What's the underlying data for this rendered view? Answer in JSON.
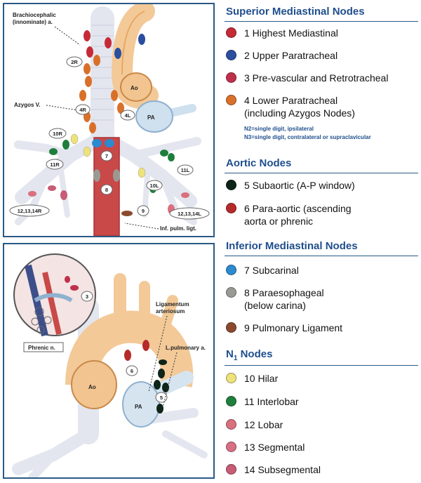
{
  "top_figure": {
    "labels": {
      "brachiocephalic_1": "Brachiocephalic",
      "brachiocephalic_2": "(innominate) a.",
      "azygos": "Azygos V.",
      "inf_pulm_ligt": "Inf. pulm. ligt.",
      "ao": "Ao",
      "pa": "PA"
    },
    "station_tags": {
      "r2": "2R",
      "r4": "4R",
      "l4": "4L",
      "r10": "10R",
      "r11": "11R",
      "l10": "10L",
      "l11": "11L",
      "s7": "7",
      "s8": "8",
      "s9": "9",
      "r12": "12,13,14R",
      "l12": "12,13,14L"
    }
  },
  "bottom_figure": {
    "labels": {
      "ligamentum_1": "Ligamentum",
      "ligamentum_2": "arteriosum",
      "lpulm": "L.pulmonary a.",
      "phrenic": "Phrenic n.",
      "ao": "Ao",
      "pa": "PA"
    },
    "station_tags": {
      "s3": "3",
      "s6": "6",
      "s5": "5"
    }
  },
  "colors": {
    "red": "#c62a36",
    "blue": "#2b4f9e",
    "crimson": "#c0304a",
    "orange": "#d9702a",
    "black_green": "#0d2418",
    "dark_red": "#b62a2a",
    "sky_blue": "#2b8ad0",
    "gray": "#9a9a94",
    "brown": "#8b4a2e",
    "yellow": "#efe27a",
    "green": "#1e7f3c",
    "pink": "#d8707e",
    "rose": "#d96f82",
    "mauve": "#c85c76"
  },
  "legend": {
    "sections": [
      {
        "title": "Superior Mediastinal Nodes",
        "items": [
          {
            "text": "1 Highest Mediastinal",
            "color_key": "red"
          },
          {
            "text": "2 Upper Paratracheal",
            "color_key": "blue"
          },
          {
            "text": "3 Pre-vascular and Retrotracheal",
            "color_key": "crimson"
          },
          {
            "text": "4 Lower Paratracheal",
            "text2": "(including Azygos Nodes)",
            "color_key": "orange"
          }
        ],
        "notes": [
          "N2=single digit, ipsilateral",
          "N3=single digit, contralateral or supraclavicular"
        ]
      },
      {
        "title": "Aortic Nodes",
        "items": [
          {
            "text": "5  Subaortic (A-P window)",
            "color_key": "black_green"
          },
          {
            "text": "6  Para-aortic (ascending",
            "text2": "aorta or phrenic",
            "color_key": "dark_red"
          }
        ]
      },
      {
        "title": "Inferior Mediastinal Nodes",
        "items": [
          {
            "text": "7 Subcarinal",
            "color_key": "sky_blue"
          },
          {
            "text": "8  Paraesophageal",
            "text2": "(below carina)",
            "color_key": "gray"
          },
          {
            "text": "9  Pulmonary Ligament",
            "color_key": "brown"
          }
        ]
      },
      {
        "title": "N1 Nodes",
        "items": [
          {
            "text": "10 Hilar",
            "color_key": "yellow"
          },
          {
            "text": "11 Interlobar",
            "color_key": "green"
          },
          {
            "text": "12  Lobar",
            "color_key": "pink"
          },
          {
            "text": "13  Segmental",
            "color_key": "rose"
          },
          {
            "text": "14 Subsegmental",
            "color_key": "mauve"
          }
        ]
      }
    ]
  }
}
